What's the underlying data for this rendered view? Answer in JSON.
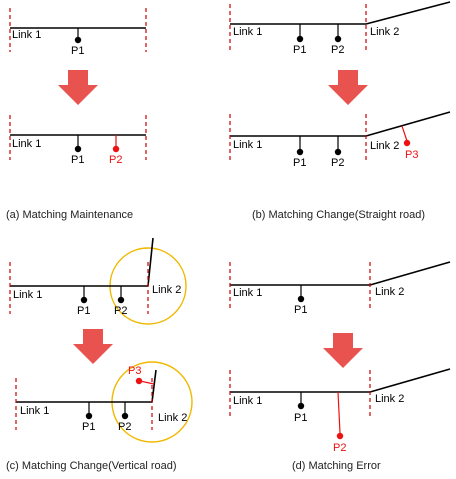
{
  "colors": {
    "road": "#000000",
    "boundary": "#cc0000",
    "new_point": "#ee1111",
    "arrow": "#e8534f",
    "search_circle": "#f0b800"
  },
  "labels": {
    "link1": "Link 1",
    "link2": "Link 2",
    "p1": "P1",
    "p2": "P2",
    "p3": "P3"
  },
  "captions": {
    "a": "(a) Matching Maintenance",
    "b": "(b) Matching Change(Straight road)",
    "c": "(c) Matching Change(Vertical road)",
    "d": "(d) Matching Error"
  }
}
